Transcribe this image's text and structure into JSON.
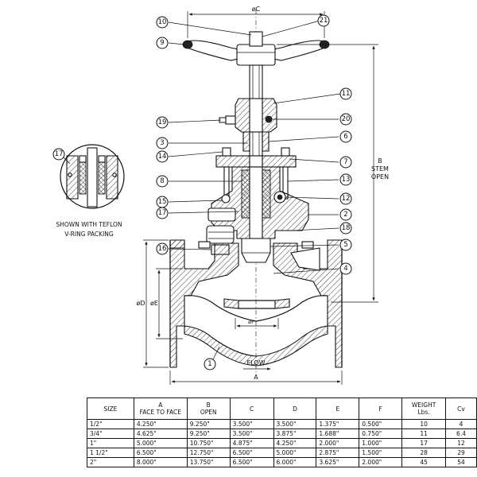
{
  "callouts": [
    "10",
    "21",
    "9",
    "11",
    "19",
    "20",
    "3",
    "6",
    "14",
    "7",
    "8",
    "13",
    "15",
    "12",
    "17",
    "2",
    "18",
    "16",
    "5",
    "4",
    "1",
    "17"
  ],
  "dimension_labels": {
    "c": "øC",
    "b_letter": "B",
    "b_stem": "STEM",
    "b_open": "OPEN",
    "d": "øD",
    "e": "øE",
    "f": "øF",
    "a": "A",
    "flow": "FLOW"
  },
  "detail_note": {
    "line1": "SHOWN WITH TEFLON",
    "line2": "V-RING PACKING"
  },
  "table": {
    "headers": [
      {
        "line1": "SIZE",
        "line2": ""
      },
      {
        "line1": "A",
        "line2": "FACE TO FACE"
      },
      {
        "line1": "B",
        "line2": "OPEN"
      },
      {
        "line1": "C",
        "line2": ""
      },
      {
        "line1": "D",
        "line2": ""
      },
      {
        "line1": "E",
        "line2": ""
      },
      {
        "line1": "F",
        "line2": ""
      },
      {
        "line1": "WEIGHT",
        "line2": "Lbs."
      },
      {
        "line1": "Cv",
        "line2": ""
      }
    ],
    "rows": [
      [
        "1/2\"",
        "4.250\"",
        "9.250\"",
        "3.500\"",
        "3.500\"",
        "1.375\"",
        "0.500\"",
        "10",
        "4"
      ],
      [
        "3/4\"",
        "4.625\"",
        "9.250\"",
        "3.500\"",
        "3.875\"",
        "1.688\"",
        "0.750\"",
        "11",
        "6.4"
      ],
      [
        "1\"",
        "5.000\"",
        "10.750\"",
        "4.875\"",
        "4.250\"",
        "2.000\"",
        "1.000\"",
        "17",
        "12"
      ],
      [
        "1 1/2\"",
        "6.500\"",
        "12.750\"",
        "6.500\"",
        "5.000\"",
        "2.875\"",
        "1.500\"",
        "28",
        "29"
      ],
      [
        "2\"",
        "8.000\"",
        "13.750\"",
        "6.500\"",
        "6.000\"",
        "3.625\"",
        "2.000\"",
        "45",
        "54"
      ]
    ]
  }
}
